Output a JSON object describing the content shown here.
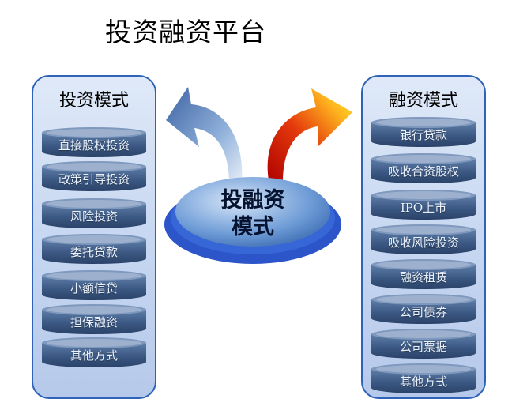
{
  "title": "投资融资平台",
  "center": {
    "line1": "投融资",
    "line2": "模式"
  },
  "left": {
    "title": "投资模式",
    "items": [
      "直接股权投资",
      "政策引导投资",
      "风险投资",
      "委托贷款",
      "小额信贷",
      "担保融资",
      "其他方式"
    ]
  },
  "right": {
    "title": "融资模式",
    "items": [
      "银行贷款",
      "吸收合资股权",
      "IPO上市",
      "吸收风险投资",
      "融资租赁",
      "公司债券",
      "公司票据",
      "其他方式"
    ]
  },
  "colors": {
    "panel_border": "#2f62b9",
    "cylinder": "#3f5c86",
    "arrow_left": "#6a8ec3",
    "arrow_right_top": "#ffd21a",
    "arrow_right_bottom": "#c40000",
    "hub": "#4e86cf"
  }
}
